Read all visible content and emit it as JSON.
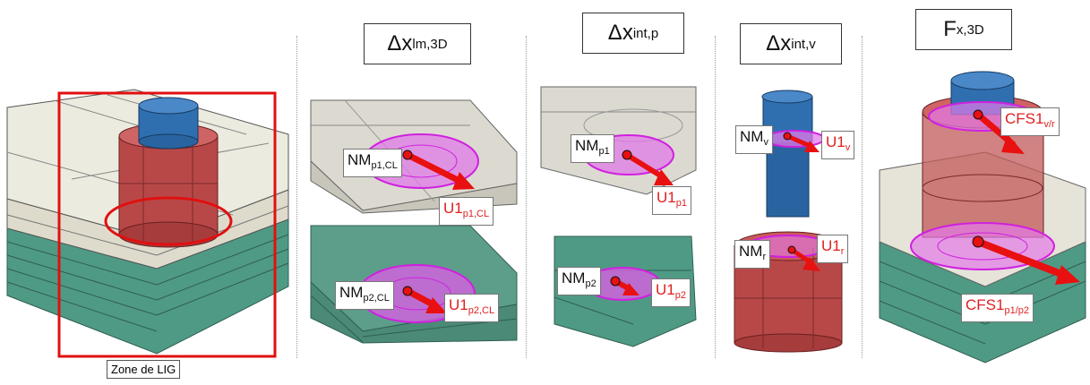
{
  "zone_label": "Zone de LIG",
  "columns": [
    {
      "header_main": "Δx",
      "header_sub": "lm,3D"
    },
    {
      "header_main": "Δx",
      "header_sub": "int,p"
    },
    {
      "header_main": "Δx",
      "header_sub": "int,v"
    },
    {
      "header_main": "F",
      "header_sub": "x,3D"
    }
  ],
  "labels": {
    "nm_p1_cl": {
      "main": "NM",
      "sub": "p1,CL"
    },
    "u1_p1_cl": {
      "main": "U1",
      "sub": "p1,CL"
    },
    "nm_p2_cl": {
      "main": "NM",
      "sub": "p2,CL"
    },
    "u1_p2_cl": {
      "main": "U1",
      "sub": "p2,CL"
    },
    "nm_p1": {
      "main": "NM",
      "sub": "p1"
    },
    "u1_p1": {
      "main": "U1",
      "sub": "p1"
    },
    "nm_p2": {
      "main": "NM",
      "sub": "p2"
    },
    "u1_p2": {
      "main": "U1",
      "sub": "p2"
    },
    "nm_v": {
      "main": "NM",
      "sub": "v"
    },
    "u1_v": {
      "main": "U1",
      "sub": "v"
    },
    "nm_r": {
      "main": "NM",
      "sub": "r"
    },
    "u1_r": {
      "main": "U1",
      "sub": "r"
    },
    "cfs1_vr": {
      "main": "CFS1",
      "sub": "v/r"
    },
    "cfs1_p1p2": {
      "main": "CFS1",
      "sub": "p1/p2"
    }
  },
  "colors": {
    "highlight_red": "#e01010",
    "arrow_red": "#e81010",
    "blue_part": "#2f6fb0",
    "red_part": "#b84848",
    "plate_white": "#e9e6d9",
    "plate_green": "#4d9c86",
    "surface_magenta": "#e040e8"
  }
}
